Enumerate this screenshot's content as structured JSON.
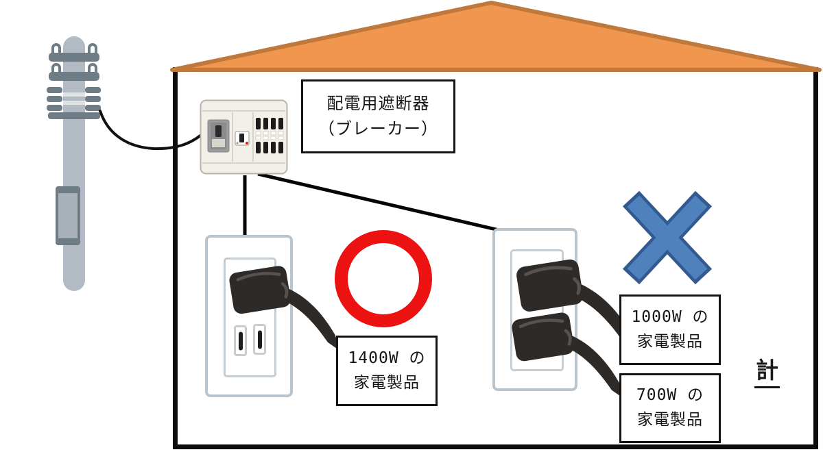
{
  "labels": {
    "breaker_box": {
      "line1": "配電用遮断器",
      "line2": "（ブレーカー）"
    },
    "ok_device": {
      "line1": "1400W の",
      "line2": "家電製品"
    },
    "ng_device_1": {
      "line1": "1000W の",
      "line2": "家電製品"
    },
    "ng_device_2": {
      "line1": "700W の",
      "line2": "家電製品"
    },
    "total": "計"
  },
  "marks": {
    "ok_circle": {
      "shape": "circle",
      "color": "#ED1212"
    },
    "ng_cross": {
      "shape": "cross",
      "fill": "#4F81BD",
      "outline": "#335A8F"
    }
  },
  "colors": {
    "roof_fill": "#F0964E",
    "roof_edge": "#C0793C",
    "house_border": "#0C0C0C",
    "pole_light_gray": "#B2BBC3",
    "pole_dark_gray": "#6E7C86",
    "panel_body": "#F3F0EA",
    "plug_black": "#2D2A27",
    "outlet_edge": "#BAC4CC"
  },
  "icons": [
    "utility-pole-icon",
    "power-wire-icon",
    "breaker-panel-icon",
    "outlet-icon",
    "plug-icon",
    "ok-circle-icon",
    "ng-cross-icon"
  ]
}
